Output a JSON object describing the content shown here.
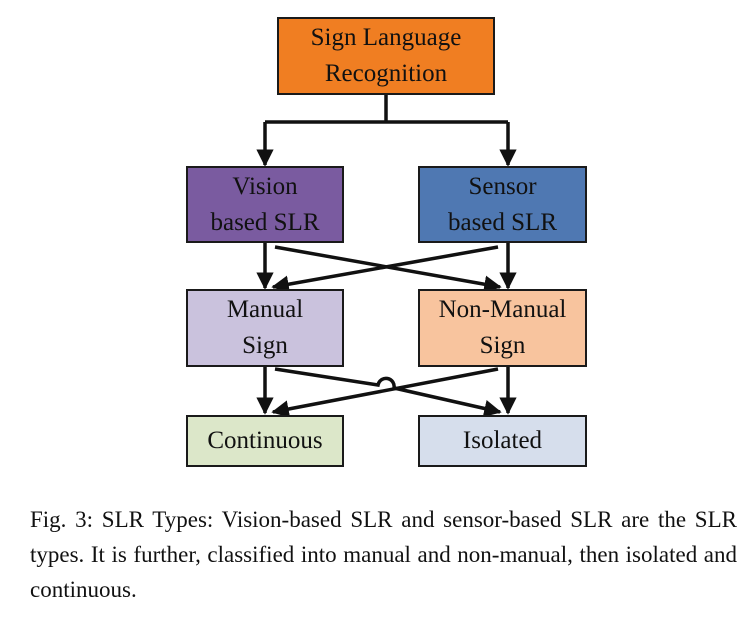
{
  "nodes": {
    "root": {
      "line1": "Sign Language",
      "line2": "Recognition",
      "fill": "#F07E22"
    },
    "vision": {
      "line1": "Vision",
      "line2": "based SLR",
      "fill": "#7A5BA0"
    },
    "sensor": {
      "line1": "Sensor",
      "line2": "based SLR",
      "fill": "#4F78B2"
    },
    "manual": {
      "line1": "Manual",
      "line2": "Sign",
      "fill": "#CAC2DD"
    },
    "nonmanual": {
      "line1": "Non-Manual",
      "line2": "Sign",
      "fill": "#F8C49E"
    },
    "continuous": {
      "label": "Continuous",
      "fill": "#DCE7C9"
    },
    "isolated": {
      "label": "Isolated",
      "fill": "#D6DEEC"
    }
  },
  "caption": "Fig. 3: SLR Types: Vision-based SLR and sensor-based SLR are the SLR types. It is further, classified into manual and non-manual, then isolated and continuous."
}
